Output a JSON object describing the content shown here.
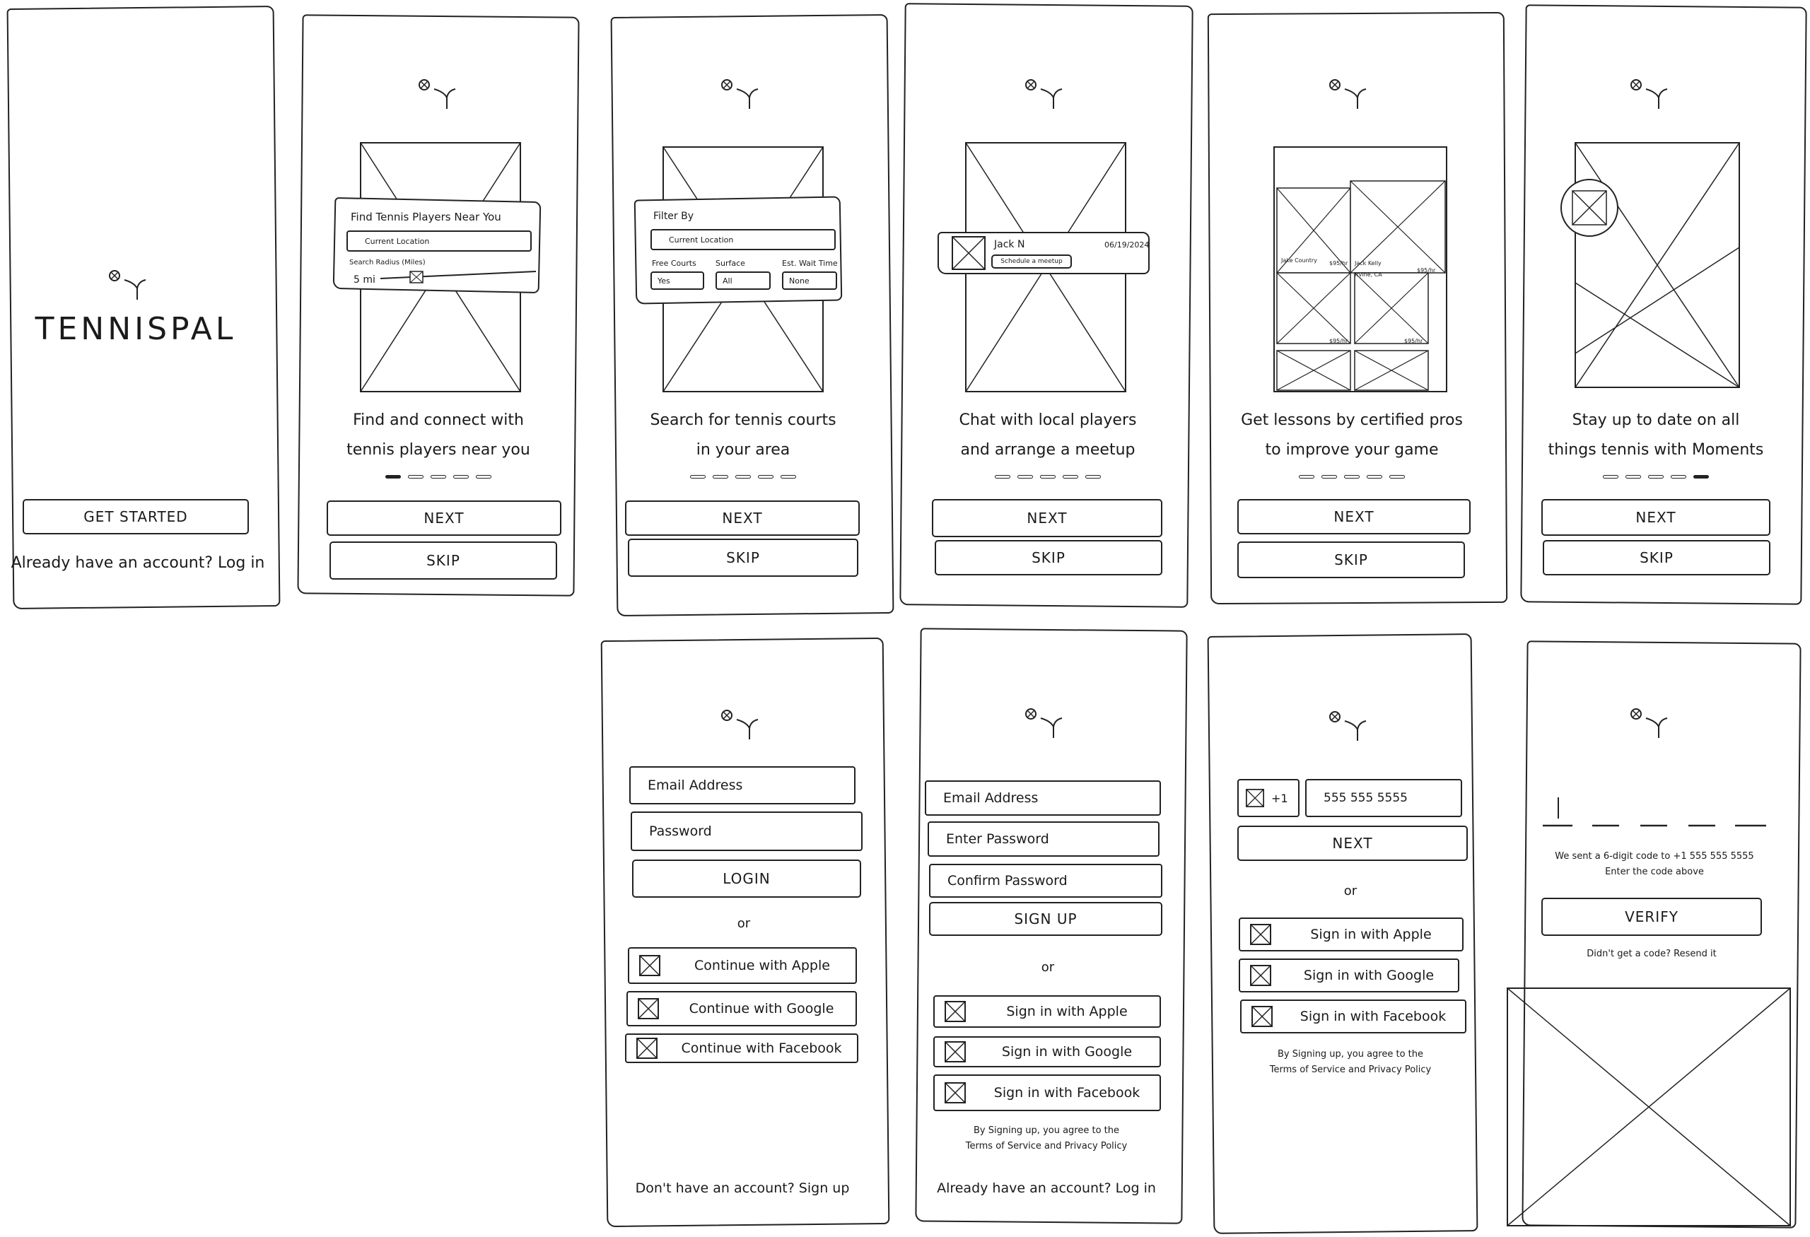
{
  "brand": {
    "name": "TENNISPAL"
  },
  "splash": {
    "get_started": "GET STARTED",
    "login_prompt": "Already have an account? Log in"
  },
  "common": {
    "next": "NEXT",
    "skip": "SKIP"
  },
  "onboard1": {
    "heading_line1": "Find and connect with",
    "heading_line2": "tennis players near you",
    "card_title": "Find Tennis Players Near You",
    "location_placeholder": "Current Location",
    "radius_label": "Search Radius (Miles)",
    "radius_value": "5 mi"
  },
  "onboard2": {
    "heading_line1": "Search for tennis courts",
    "heading_line2": "in your area",
    "filter_title": "Filter By",
    "location_placeholder": "Current Location",
    "free_label": "Free Courts",
    "free_value": "Yes",
    "surface_label": "Surface",
    "surface_value": "All",
    "wait_label": "Est. Wait Time",
    "wait_value": "None"
  },
  "onboard3": {
    "heading_line1": "Chat with local players",
    "heading_line2": "and arrange a meetup",
    "name": "Jack N",
    "date": "06/19/2024",
    "action": "Schedule a meetup"
  },
  "onboard4": {
    "heading_line1": "Get lessons by certified pros",
    "heading_line2": "to improve your game",
    "pro1_name": "Jake Country",
    "pro1_price": "$95/hr",
    "pro2_name": "Jack Kelly",
    "pro2_loc": "Irvine, CA",
    "pro2_price": "$95/hr",
    "pro3_price": "$95/hr",
    "pro4_price": "$95/hr"
  },
  "onboard5": {
    "heading_line1": "Stay up to date on all",
    "heading_line2": "things tennis with Moments"
  },
  "login": {
    "email": "Email Address",
    "password": "Password",
    "button": "LOGIN",
    "or": "or",
    "apple": "Continue with Apple",
    "google": "Continue with Google",
    "facebook": "Continue with Facebook",
    "footer": "Don't have an account? Sign up"
  },
  "signup": {
    "email": "Email Address",
    "password": "Enter Password",
    "confirm": "Confirm Password",
    "button": "SIGN UP",
    "or": "or",
    "apple": "Sign in with Apple",
    "google": "Sign in with Google",
    "facebook": "Sign in with Facebook",
    "terms_line1": "By Signing up, you agree to the",
    "terms_line2": "Terms of Service and Privacy Policy",
    "footer": "Already have an account? Log in"
  },
  "phone": {
    "country_code": "+1",
    "number": "555 555 5555",
    "next": "NEXT",
    "or": "or",
    "apple": "Sign in with Apple",
    "google": "Sign in with Google",
    "facebook": "Sign in with Facebook",
    "terms_line1": "By Signing up, you agree to the",
    "terms_line2": "Terms of Service and Privacy Policy"
  },
  "verify": {
    "sent_line1": "We sent a 6-digit code to +1 555 555 5555",
    "sent_line2": "Enter the code above",
    "button": "VERIFY",
    "resend": "Didn't get a code? Resend it"
  }
}
